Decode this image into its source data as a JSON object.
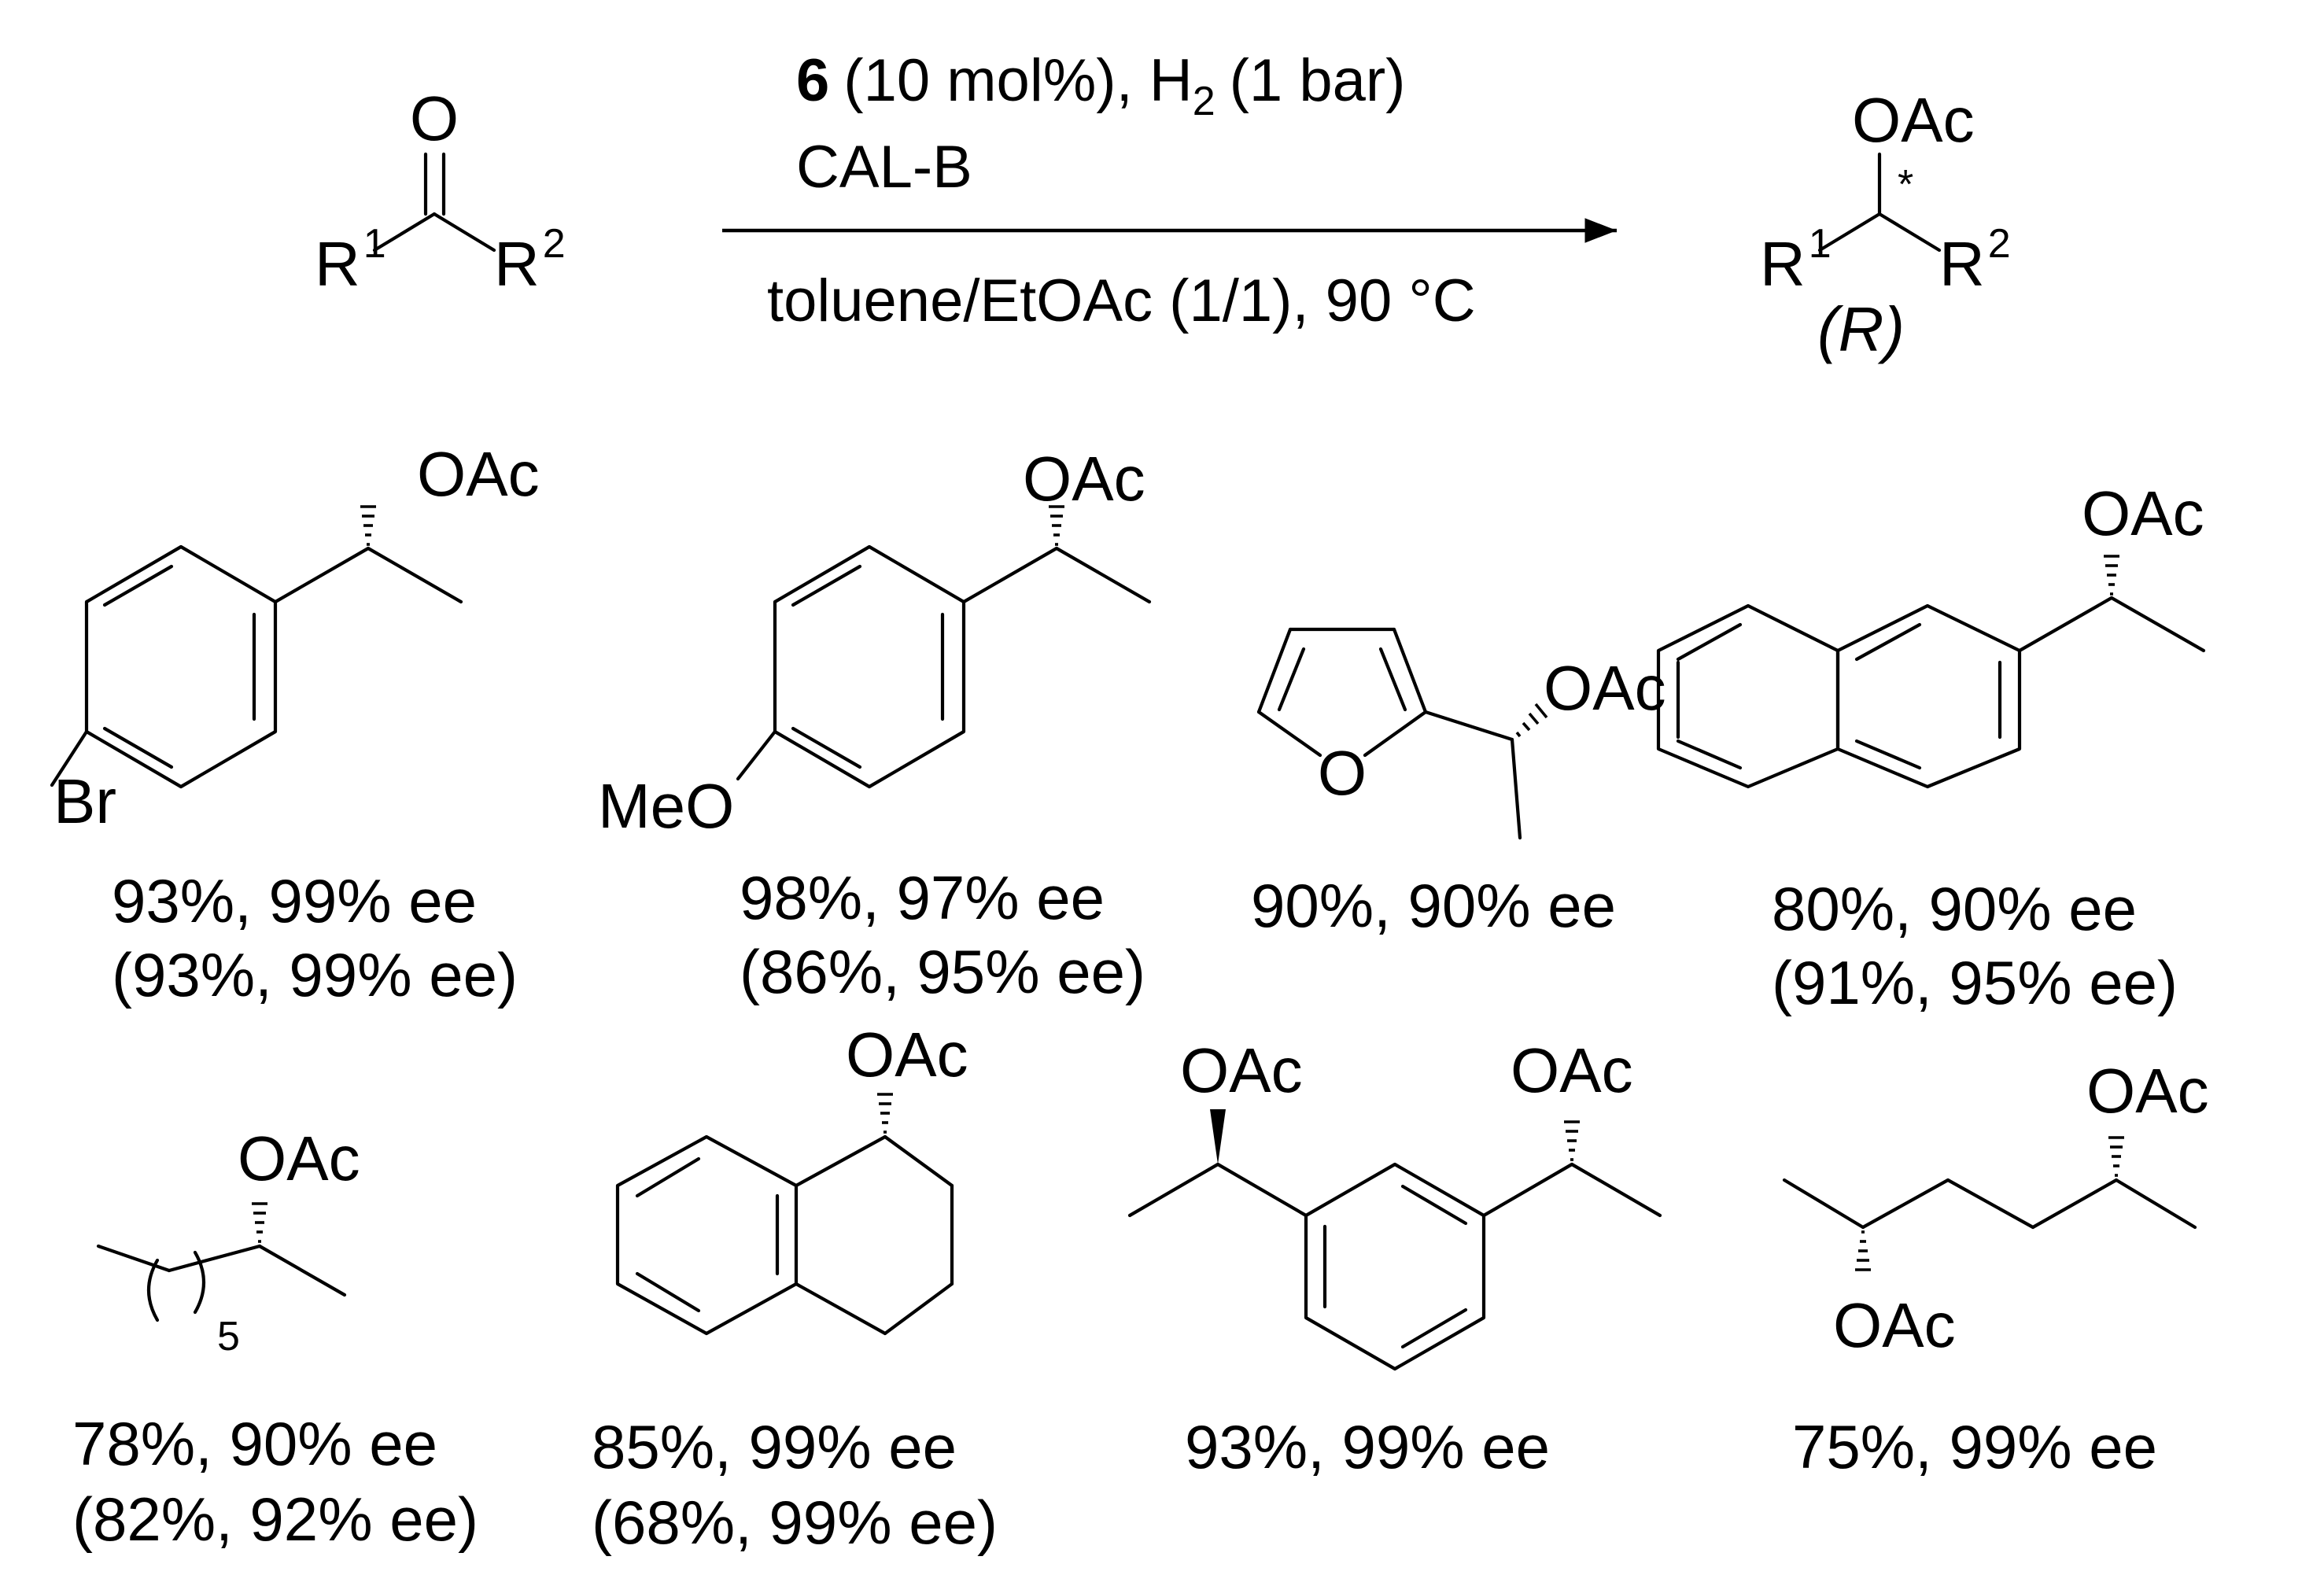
{
  "scheme": {
    "reactant": {
      "carbonyl_o": "O",
      "r1": "R",
      "r1_sup": "1",
      "r2": "R",
      "r2_sup": "2"
    },
    "conditions": {
      "catalyst_num": "6",
      "line1_rest": "(10 mol%), H",
      "h2_sub": "2",
      "line1_end": "(1 bar)",
      "line2": "CAL-B",
      "line3": "toluene/EtOAc (1/1), 90 °C"
    },
    "product": {
      "group": "OAc",
      "star": "*",
      "r1": "R",
      "r1_sup": "1",
      "r2": "R",
      "r2_sup": "2",
      "config": "(R)"
    }
  },
  "products": [
    {
      "substituent": "Br",
      "group": "OAc",
      "result": "93%, 99% ee",
      "result2": "(93%, 99% ee)"
    },
    {
      "substituent": "MeO",
      "group": "OAc",
      "result": "98%, 97% ee",
      "result2": "(86%, 95% ee)"
    },
    {
      "ring_o": "O",
      "group": "OAc",
      "result": "90%, 90% ee",
      "result2": ""
    },
    {
      "group": "OAc",
      "result": "80%, 90% ee",
      "result2": "(91%, 95% ee)"
    },
    {
      "group": "OAc",
      "chain_sub": "5",
      "result": "78%, 90% ee",
      "result2": "(82%, 92% ee)"
    },
    {
      "group": "OAc",
      "result": "85%, 99% ee",
      "result2": "(68%, 99% ee)"
    },
    {
      "group_left": "OAc",
      "group_right": "OAc",
      "result": "93%, 99% ee",
      "result2": ""
    },
    {
      "group_top": "OAc",
      "group_bottom": "OAc",
      "result": "75%, 99% ee",
      "result2": ""
    }
  ]
}
